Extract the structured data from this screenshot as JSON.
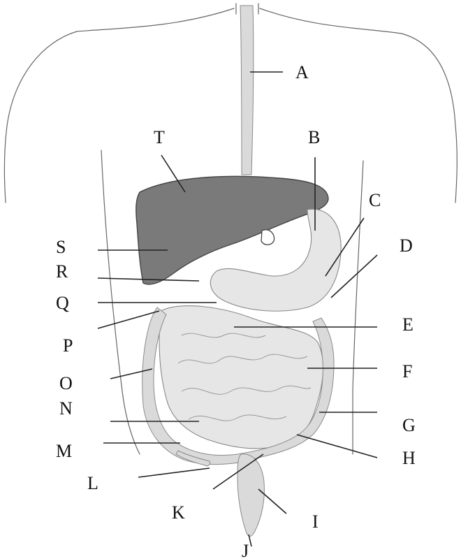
{
  "labels": {
    "A": "A",
    "B": "B",
    "C": "C",
    "D": "D",
    "E": "E",
    "F": "F",
    "G": "G",
    "H": "H",
    "I": "I",
    "J": "J",
    "K": "K",
    "L": "L",
    "M": "M",
    "N": "N",
    "O": "O",
    "P": "P",
    "Q": "Q",
    "R": "R",
    "S": "S",
    "T": "T"
  }
}
